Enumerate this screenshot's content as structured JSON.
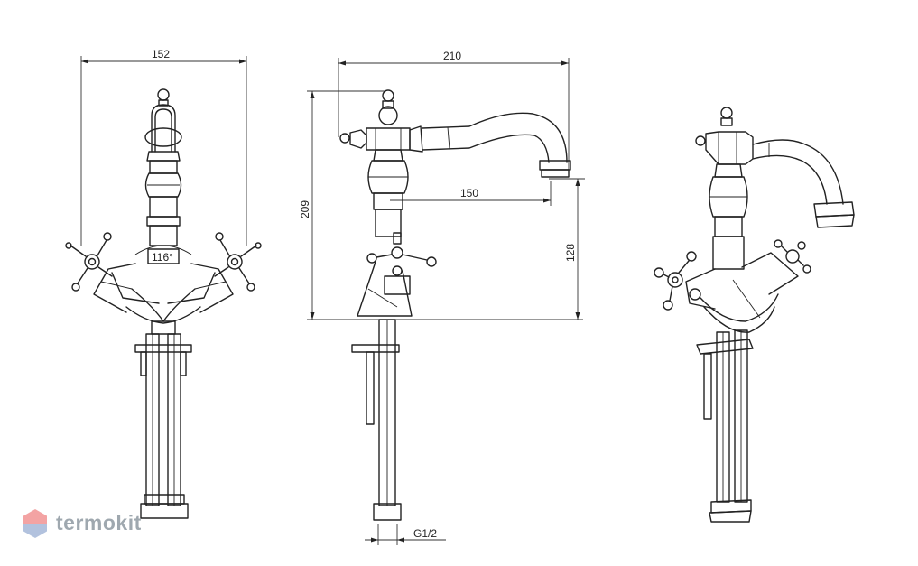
{
  "dimensions": {
    "width_total": "152",
    "handle_angle": "116°",
    "spout_reach": "210",
    "spout_outlet": "150",
    "height_total": "209",
    "outlet_height": "128",
    "thread": "G1/2"
  },
  "watermark": {
    "text": "termokit",
    "colors": {
      "mark_top": "#f08c8c",
      "mark_bottom": "#9fb3d6",
      "text": "#7f8c95"
    }
  }
}
